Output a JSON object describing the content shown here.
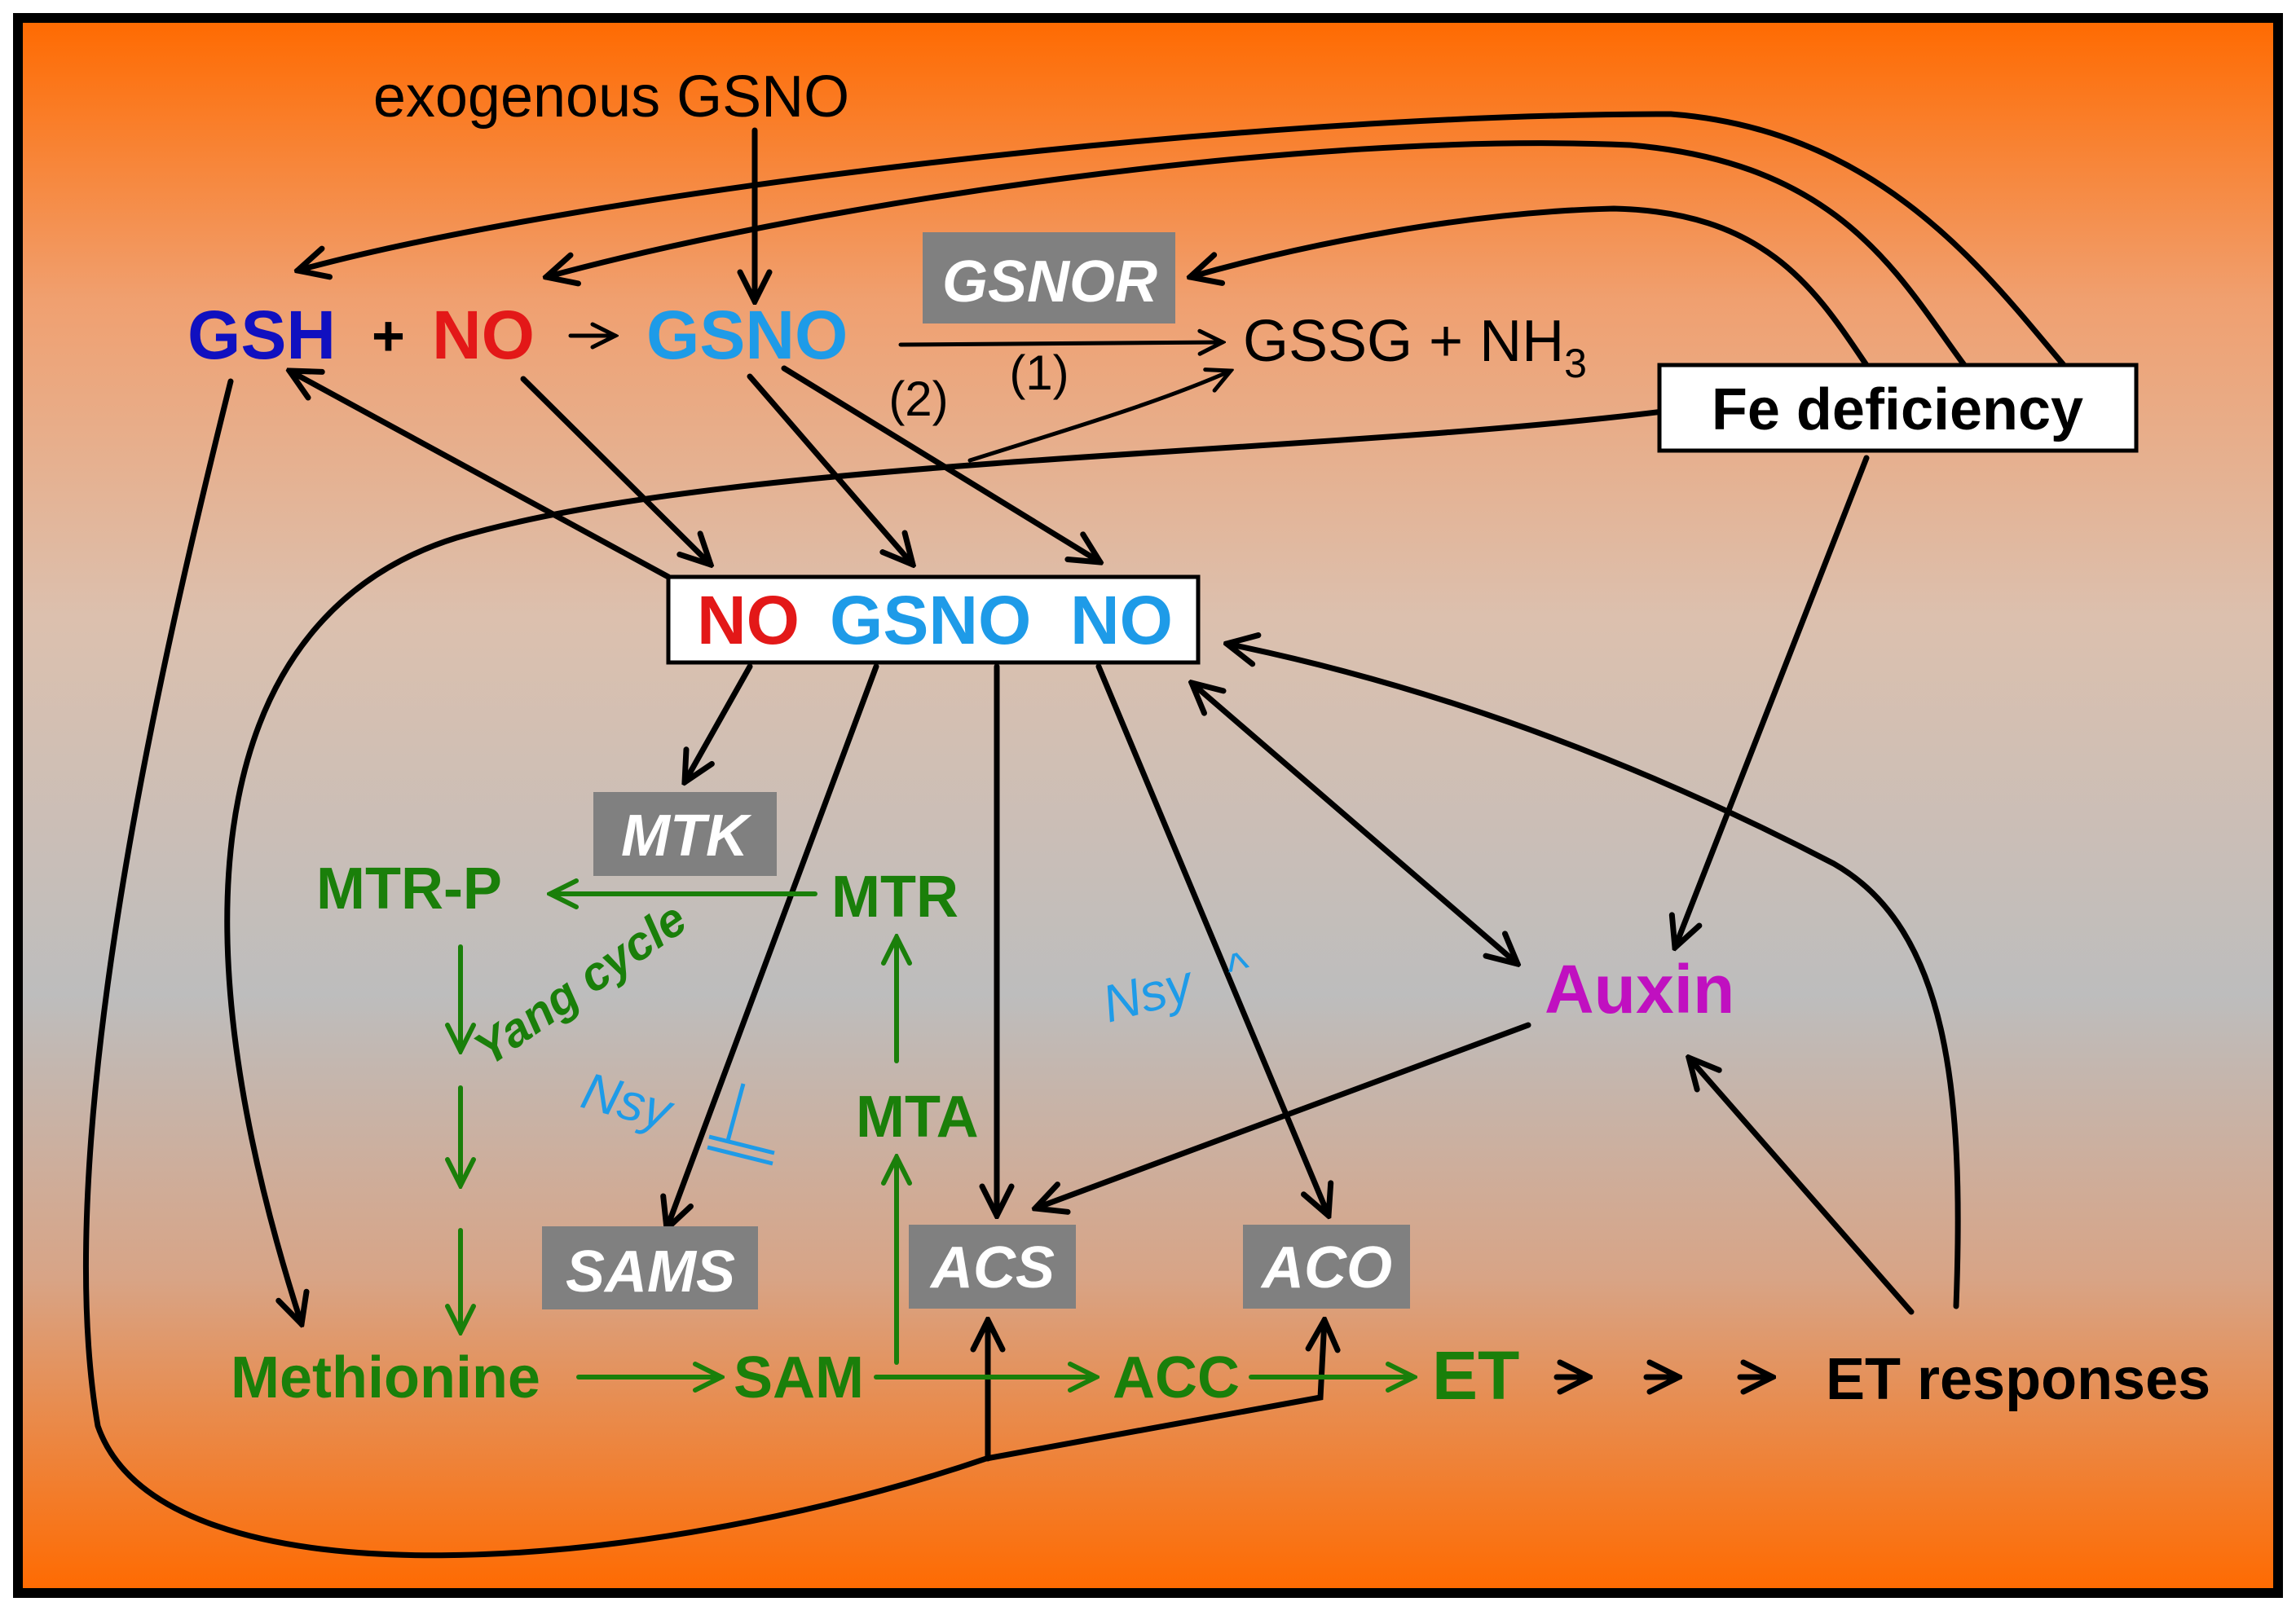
{
  "colors": {
    "gradient": [
      "#ff6a00",
      "#f0a070",
      "#c8c0bc",
      "#bdbdbd",
      "#d8a486",
      "#ff6a00"
    ],
    "black": "#000000",
    "green": "#1a7f0a",
    "gsh_blue": "#1010c0",
    "no_red": "#e31818",
    "gsno_blue": "#1e9be8",
    "auxin_magenta": "#c010c0",
    "enzyme_box": "#808080",
    "enzyme_text": "#ffffff",
    "frame": "#000000"
  },
  "labels": {
    "exogenous": "exogenous GSNO",
    "gsh": "GSH",
    "plus1": "+",
    "no": "NO",
    "arrow_glyph": "→",
    "gsno": "GSNO",
    "gsnor": "GSNOR",
    "gssg": "GSSG + NH",
    "gssg_sub": "3",
    "step1": "(1)",
    "step2": "(2)",
    "fe": "Fe deficiency",
    "center_no_left": "NO",
    "center_gsno": "GSNO",
    "center_no_right": "NO",
    "mtk": "MTK",
    "mtr_p": "MTR-P",
    "mtr": "MTR",
    "yang": "Yang cycle",
    "nsy_inhibit": "Nsy",
    "nsy_up": "Nsy",
    "nsy_up_sign": "^",
    "mta": "MTA",
    "auxin": "Auxin",
    "sams": "SAMS",
    "acs": "ACS",
    "aco": "ACO",
    "methionine": "Methionine",
    "sam": "SAM",
    "acc": "ACC",
    "et": "ET",
    "et_responses": "ET responses"
  }
}
